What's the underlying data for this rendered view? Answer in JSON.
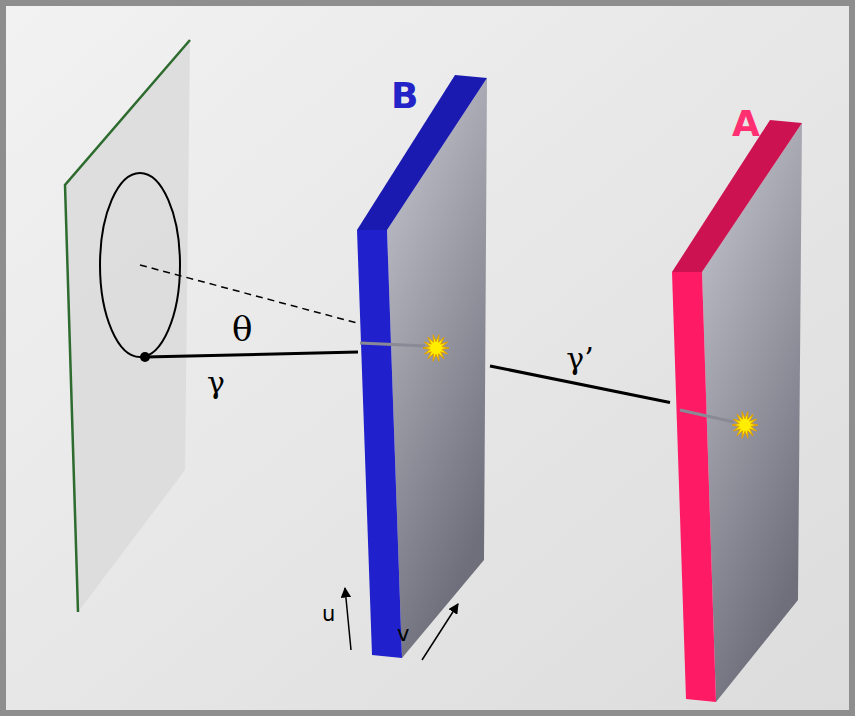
{
  "diagram": {
    "nodes": [
      {
        "text": [
          "B"
        ]
      },
      {
        "text": [
          "A"
        ]
      }
    ],
    "edges": [
      {
        "from": 0,
        "to": 1,
        "arrow": "none",
        "label": "γ’"
      }
    ],
    "labels": [
      "θ",
      "γ",
      "u",
      "v"
    ]
  }
}
